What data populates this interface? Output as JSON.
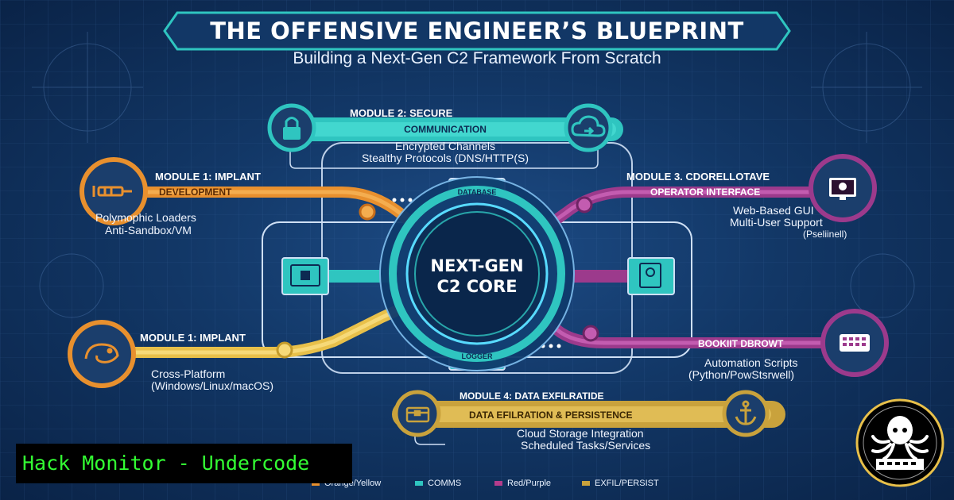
{
  "header": {
    "title": "THE OFFENSIVE ENGINEER’S BLUEPRINT",
    "subtitle": "Building a Next-Gen C2 Framework From Scratch"
  },
  "center": {
    "line1": "NEXT-GEN",
    "line2": "C2 CORE"
  },
  "modules": {
    "secure": {
      "heading": "MODULE 2: SECURE",
      "band": "COMMUNICATION",
      "features": [
        "Encrypted Channels",
        "Stealthy Protocols (DNS/HTTP(S)"
      ]
    },
    "implant_dev": {
      "heading": "MODULE 1: IMPLANT",
      "band": "DEVELOPMENT",
      "features": [
        "Polymophic Loaders",
        "Anti-Sandbox/VM"
      ]
    },
    "operator": {
      "heading": "MODULE 3. CDORELLOTAVE",
      "band": "OPERATOR INTERFACE",
      "features": [
        "Web-Based GUI",
        "Multi-User Support",
        "(Pseliinell)"
      ]
    },
    "implant_platform": {
      "heading": "MODULE 1: IMPLANT",
      "features": [
        "Cross-Platform",
        "(Windows/Linux/macOS)"
      ]
    },
    "toolkit": {
      "band": "BOOKIIT DBROWT",
      "features": [
        "Automation Scripts",
        "(Python/PowStsrwell)"
      ]
    },
    "exfil": {
      "heading": "MODULE 4: DATA EXFILRATIDE",
      "band": "DATA EFILRATION & PERSISTENCE",
      "features": [
        "Cloud Storage Integration",
        "Scheduled Tasks/Services"
      ]
    }
  },
  "boxes": {
    "database": "DATABASE",
    "logger": "LOGGER"
  },
  "legend": [
    {
      "label": "Orange/Yellow",
      "color": "#e8902e"
    },
    {
      "label": "COMMS",
      "color": "#2fc5c0"
    },
    {
      "label": "Red/Purple",
      "color": "#b43c8c"
    },
    {
      "label": "EXFIL/PERSIST",
      "color": "#c9a23c"
    }
  ],
  "watermark": "Hack Monitor - Undercode",
  "colors": {
    "teal": "#2fc5c0",
    "orange": "#e8902e",
    "yellow": "#e8c04a",
    "purple": "#9c3a8c",
    "gold": "#c9a23c"
  }
}
